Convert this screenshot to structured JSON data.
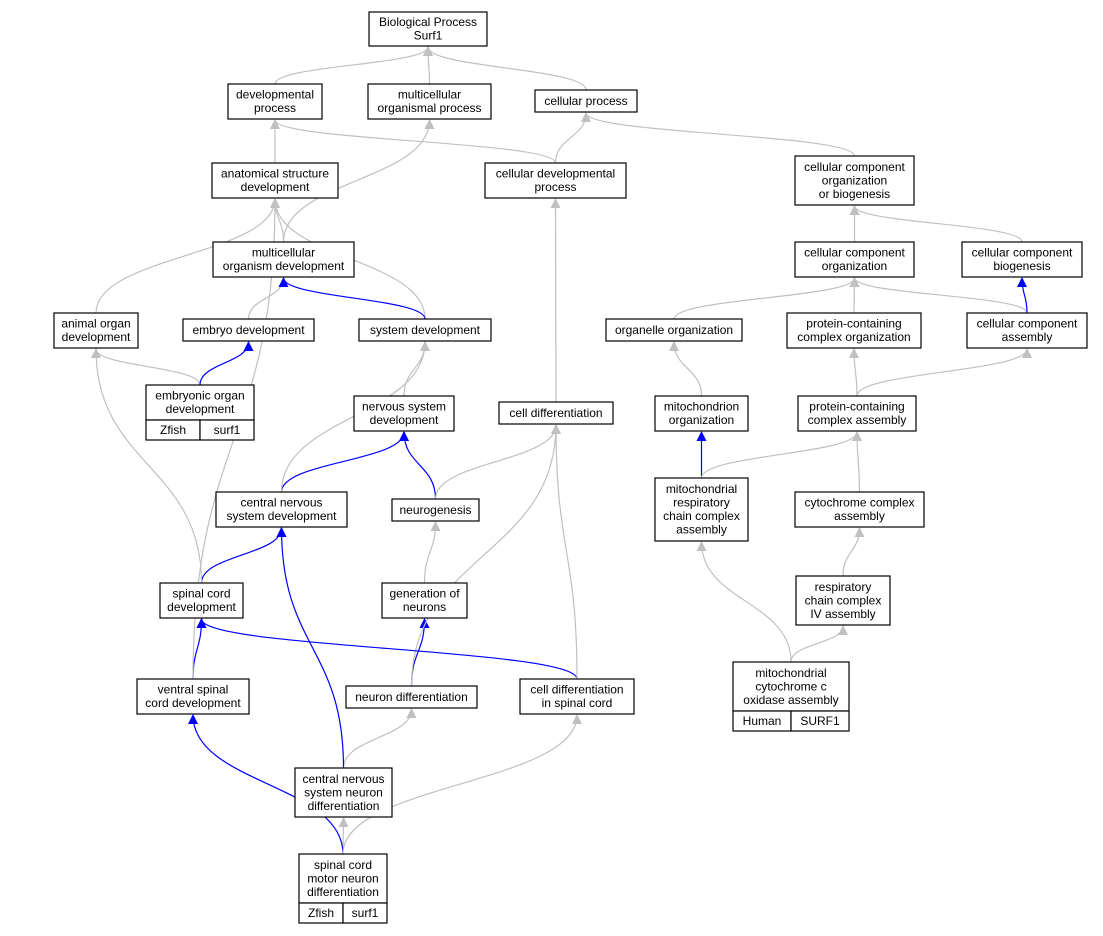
{
  "colors": {
    "edge_gray": "#c0c0c0",
    "edge_blue": "#0000ff",
    "zfish_fill": "#6495ed",
    "human_fill": "#ff6347",
    "node_stroke": "#000000"
  },
  "nodes": {
    "bp": {
      "lines": [
        "Biological Process",
        "Surf1"
      ]
    },
    "dev_proc": {
      "lines": [
        "developmental",
        "process"
      ]
    },
    "multi_proc": {
      "lines": [
        "multicellular",
        "organismal process"
      ]
    },
    "cell_proc": {
      "lines": [
        "cellular process"
      ]
    },
    "anat_dev": {
      "lines": [
        "anatomical structure",
        "development"
      ]
    },
    "cell_dev_proc": {
      "lines": [
        "cellular developmental",
        "process"
      ]
    },
    "ccob": {
      "lines": [
        "cellular component",
        "organization",
        "or biogenesis"
      ]
    },
    "multi_org_dev": {
      "lines": [
        "multicellular",
        "organism development"
      ]
    },
    "cc_org": {
      "lines": [
        "cellular component",
        "organization"
      ]
    },
    "cc_biog": {
      "lines": [
        "cellular component",
        "biogenesis"
      ]
    },
    "animal_organ": {
      "lines": [
        "animal organ",
        "development"
      ]
    },
    "embryo_dev": {
      "lines": [
        "embryo development"
      ]
    },
    "sys_dev": {
      "lines": [
        "system development"
      ]
    },
    "organelle_org": {
      "lines": [
        "organelle organization"
      ]
    },
    "pc_org": {
      "lines": [
        "protein-containing",
        "complex organization"
      ]
    },
    "cc_assembly": {
      "lines": [
        "cellular component",
        "assembly"
      ]
    },
    "emb_organ": {
      "lines": [
        "embryonic organ",
        "development"
      ],
      "tags": [
        "Zfish",
        "surf1"
      ],
      "tag_color": "zfish"
    },
    "ns_dev": {
      "lines": [
        "nervous system",
        "development"
      ]
    },
    "cell_diff": {
      "lines": [
        "cell differentiation"
      ]
    },
    "mito_org": {
      "lines": [
        "mitochondrion",
        "organization"
      ]
    },
    "pc_assembly": {
      "lines": [
        "protein-containing",
        "complex assembly"
      ]
    },
    "cns_dev": {
      "lines": [
        "central nervous",
        "system development"
      ]
    },
    "neurogenesis": {
      "lines": [
        "neurogenesis"
      ]
    },
    "mrcca": {
      "lines": [
        "mitochondrial",
        "respiratory",
        "chain complex",
        "assembly"
      ]
    },
    "cyto_assembly": {
      "lines": [
        "cytochrome complex",
        "assembly"
      ]
    },
    "spinal_dev": {
      "lines": [
        "spinal cord",
        "development"
      ]
    },
    "gen_neurons": {
      "lines": [
        "generation of",
        "neurons"
      ]
    },
    "rcc4": {
      "lines": [
        "respiratory",
        "chain complex",
        "IV assembly"
      ]
    },
    "ventral_spinal": {
      "lines": [
        "ventral spinal",
        "cord development"
      ]
    },
    "neuron_diff": {
      "lines": [
        "neuron differentiation"
      ]
    },
    "cell_diff_spinal": {
      "lines": [
        "cell differentiation",
        "in spinal cord"
      ]
    },
    "mito_cyto": {
      "lines": [
        "mitochondrial",
        "cytochrome c",
        "oxidase assembly"
      ],
      "tags": [
        "Human",
        "SURF1"
      ],
      "tag_color": "human"
    },
    "cns_neuron_diff": {
      "lines": [
        "central nervous",
        "system neuron",
        "differentiation"
      ]
    },
    "motor_neuron": {
      "lines": [
        "spinal cord",
        "motor neuron",
        "differentiation"
      ],
      "tags": [
        "Zfish",
        "surf1"
      ],
      "tag_color": "zfish"
    }
  },
  "edges": [
    {
      "from": "dev_proc",
      "to": "bp",
      "color": "gray"
    },
    {
      "from": "multi_proc",
      "to": "bp",
      "color": "gray"
    },
    {
      "from": "cell_proc",
      "to": "bp",
      "color": "gray"
    },
    {
      "from": "anat_dev",
      "to": "dev_proc",
      "color": "gray"
    },
    {
      "from": "cell_dev_proc",
      "to": "dev_proc",
      "color": "gray"
    },
    {
      "from": "cell_dev_proc",
      "to": "cell_proc",
      "color": "gray"
    },
    {
      "from": "ccob",
      "to": "cell_proc",
      "color": "gray"
    },
    {
      "from": "multi_org_dev",
      "to": "anat_dev",
      "color": "gray"
    },
    {
      "from": "multi_org_dev",
      "to": "multi_proc",
      "color": "gray"
    },
    {
      "from": "animal_organ",
      "to": "anat_dev",
      "color": "gray"
    },
    {
      "from": "sys_dev",
      "to": "anat_dev",
      "color": "gray"
    },
    {
      "from": "embryo_dev",
      "to": "multi_org_dev",
      "color": "gray"
    },
    {
      "from": "sys_dev",
      "to": "multi_org_dev",
      "color": "blue"
    },
    {
      "from": "cc_org",
      "to": "ccob",
      "color": "gray"
    },
    {
      "from": "cc_biog",
      "to": "ccob",
      "color": "gray"
    },
    {
      "from": "organelle_org",
      "to": "cc_org",
      "color": "gray"
    },
    {
      "from": "pc_org",
      "to": "cc_org",
      "color": "gray"
    },
    {
      "from": "cc_assembly",
      "to": "cc_org",
      "color": "gray"
    },
    {
      "from": "cc_assembly",
      "to": "cc_biog",
      "color": "blue"
    },
    {
      "from": "emb_organ",
      "to": "animal_organ",
      "color": "gray"
    },
    {
      "from": "emb_organ",
      "to": "embryo_dev",
      "color": "blue"
    },
    {
      "from": "ns_dev",
      "to": "sys_dev",
      "color": "gray"
    },
    {
      "from": "cell_diff",
      "to": "cell_dev_proc",
      "color": "gray"
    },
    {
      "from": "mito_org",
      "to": "organelle_org",
      "color": "gray"
    },
    {
      "from": "pc_assembly",
      "to": "pc_org",
      "color": "gray"
    },
    {
      "from": "pc_assembly",
      "to": "cc_assembly",
      "color": "gray"
    },
    {
      "from": "cns_dev",
      "to": "ns_dev",
      "color": "blue"
    },
    {
      "from": "cns_dev",
      "to": "sys_dev",
      "color": "gray"
    },
    {
      "from": "neurogenesis",
      "to": "ns_dev",
      "color": "blue"
    },
    {
      "from": "neurogenesis",
      "to": "cell_diff",
      "color": "gray"
    },
    {
      "from": "mrcca",
      "to": "mito_org",
      "color": "blue"
    },
    {
      "from": "mrcca",
      "to": "pc_assembly",
      "color": "gray"
    },
    {
      "from": "cyto_assembly",
      "to": "pc_assembly",
      "color": "gray"
    },
    {
      "from": "spinal_dev",
      "to": "cns_dev",
      "color": "blue"
    },
    {
      "from": "spinal_dev",
      "to": "animal_organ",
      "color": "gray"
    },
    {
      "from": "gen_neurons",
      "to": "neurogenesis",
      "color": "gray"
    },
    {
      "from": "rcc4",
      "to": "cyto_assembly",
      "color": "gray"
    },
    {
      "from": "ventral_spinal",
      "to": "spinal_dev",
      "color": "blue"
    },
    {
      "from": "ventral_spinal",
      "to": "anat_dev",
      "color": "gray"
    },
    {
      "from": "neuron_diff",
      "to": "gen_neurons",
      "color": "blue"
    },
    {
      "from": "neuron_diff",
      "to": "cell_diff",
      "color": "gray"
    },
    {
      "from": "cell_diff_spinal",
      "to": "spinal_dev",
      "color": "blue"
    },
    {
      "from": "cell_diff_spinal",
      "to": "cell_diff",
      "color": "gray"
    },
    {
      "from": "mito_cyto",
      "to": "mrcca",
      "color": "gray"
    },
    {
      "from": "mito_cyto",
      "to": "rcc4",
      "color": "gray"
    },
    {
      "from": "cns_neuron_diff",
      "to": "neuron_diff",
      "color": "gray"
    },
    {
      "from": "cns_neuron_diff",
      "to": "cns_dev",
      "color": "blue"
    },
    {
      "from": "motor_neuron",
      "to": "cns_neuron_diff",
      "color": "gray"
    },
    {
      "from": "motor_neuron",
      "to": "ventral_spinal",
      "color": "blue"
    },
    {
      "from": "motor_neuron",
      "to": "cell_diff_spinal",
      "color": "gray"
    }
  ]
}
